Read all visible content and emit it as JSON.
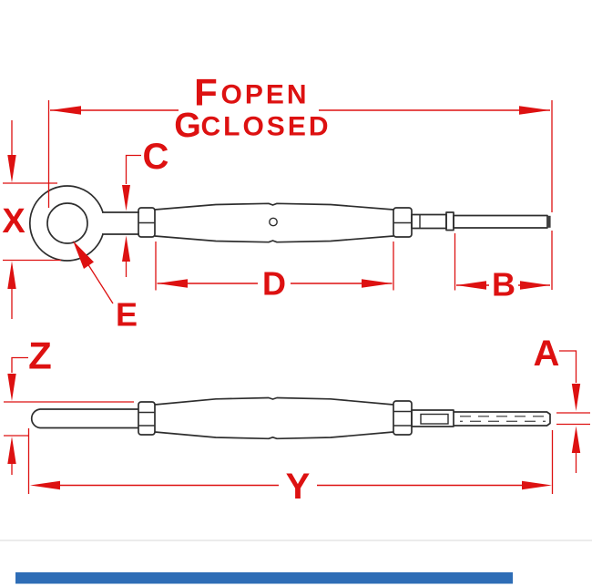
{
  "drawing": {
    "description": "Turnbuckle dimensional line drawing, two views",
    "labels": {
      "f": "F",
      "f_qualifier": "OPEN",
      "g": "G",
      "g_qualifier": "CLOSED",
      "c": "C",
      "x": "X",
      "e": "E",
      "d": "D",
      "b": "B",
      "z": "Z",
      "y": "Y",
      "a": "A"
    }
  },
  "colors": {
    "dimension_red": "#dd1111",
    "outline_dark": "#2e2e2e",
    "accent_bar_blue": "#2e6db6",
    "divider_gray": "#ebebeb",
    "background": "#ffffff"
  }
}
